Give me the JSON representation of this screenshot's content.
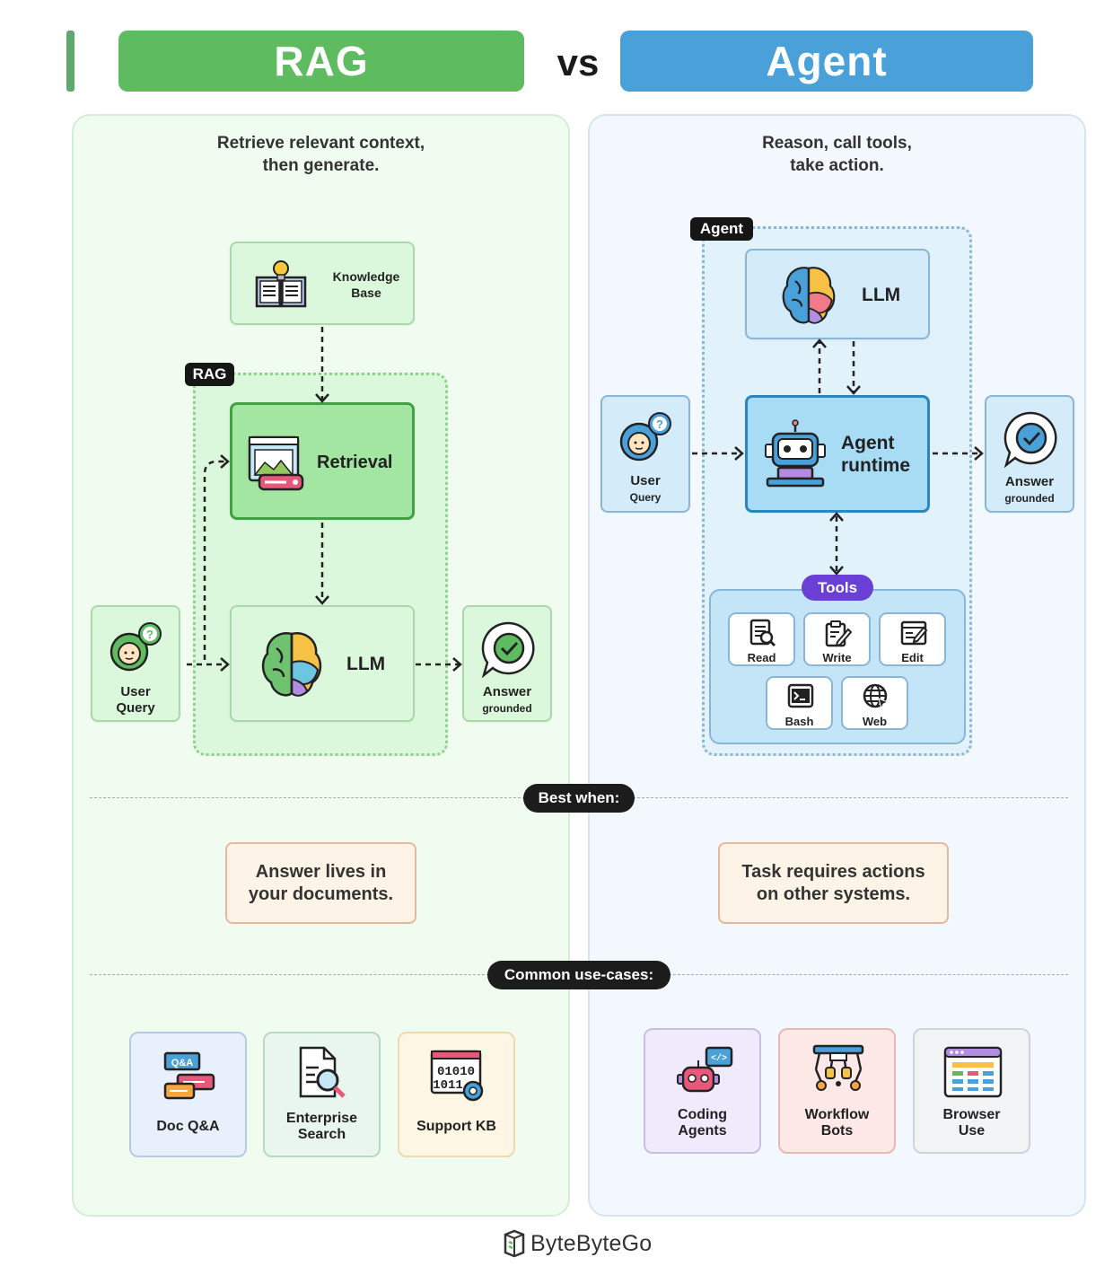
{
  "header": {
    "left_title": "RAG",
    "vs": "vs",
    "right_title": "Agent"
  },
  "rag": {
    "subtitle_1": "Retrieve relevant context,",
    "subtitle_2": "then generate.",
    "group_tag": "RAG",
    "knowledge_1": "Knowledge",
    "knowledge_2": "Base",
    "retrieval": "Retrieval",
    "llm": "LLM",
    "user_1": "User",
    "user_2": "Query",
    "answer_1": "Answer",
    "answer_2": "grounded",
    "best_1": "Answer lives in",
    "best_2": "your documents.",
    "use_cases": [
      {
        "line1": "Doc Q&A",
        "line2": ""
      },
      {
        "line1": "Enterprise",
        "line2": "Search"
      },
      {
        "line1": "Support KB",
        "line2": ""
      }
    ]
  },
  "agent": {
    "subtitle_1": "Reason, call tools,",
    "subtitle_2": "take action.",
    "group_tag": "Agent",
    "llm": "LLM",
    "runtime_1": "Agent",
    "runtime_2": "runtime",
    "user_1": "User",
    "user_2": "Query",
    "answer_1": "Answer",
    "answer_2": "grounded",
    "tools_tag": "Tools",
    "tools": [
      "Read",
      "Write",
      "Edit",
      "Bash",
      "Web"
    ],
    "best_1": "Task requires actions",
    "best_2": "on other systems.",
    "use_cases": [
      {
        "line1": "Coding",
        "line2": "Agents"
      },
      {
        "line1": "Workflow",
        "line2": "Bots"
      },
      {
        "line1": "Browser",
        "line2": "Use"
      }
    ]
  },
  "sections": {
    "best_when": "Best when:",
    "common_use_cases": "Common use-cases:"
  },
  "footer": {
    "brand": "ByteByteGo"
  },
  "colors": {
    "rag_green": "#5fbb5f",
    "agent_blue": "#4aa0d8",
    "tools_purple": "#6a3fd6"
  }
}
